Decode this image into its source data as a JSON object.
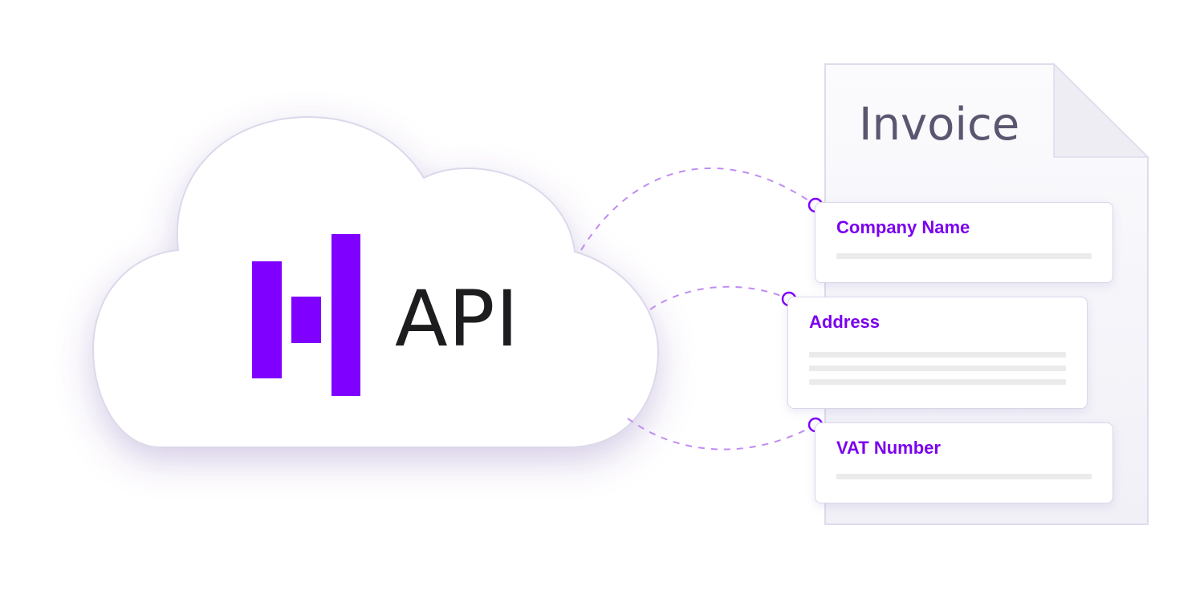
{
  "api": {
    "label": "API",
    "logo_icon": "bar-logo-icon",
    "brand_color": "#8000ff"
  },
  "invoice": {
    "title": "Invoice",
    "fields": [
      {
        "label": "Company Name",
        "lines": 1
      },
      {
        "label": "Address",
        "lines": 3
      },
      {
        "label": "VAT Number",
        "lines": 1
      }
    ]
  },
  "colors": {
    "accent": "#8000ff",
    "connector": "#c08cf2",
    "title_text": "#5a5670",
    "api_text": "#1d1d1f"
  }
}
